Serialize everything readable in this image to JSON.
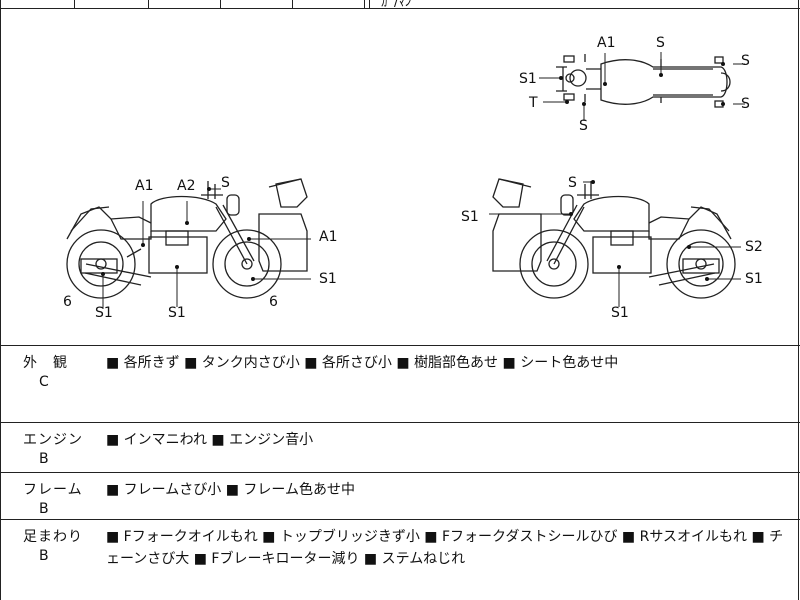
{
  "top_fragment": "ｶﾞ/ﾏﾝ",
  "diagram_labels": {
    "top_view": [
      "A1",
      "S",
      "S1",
      "S",
      "T",
      "S",
      "S"
    ],
    "left_view": [
      "A1",
      "A2",
      "S",
      "A1",
      "S1",
      "6",
      "S1",
      "S1",
      "6"
    ],
    "right_view": [
      "S",
      "S1",
      "S2",
      "S1",
      "S1"
    ]
  },
  "rows": [
    {
      "name": "外　観",
      "grade": "C",
      "items": "■ 各所きず ■ タンク内さび小 ■ 各所さび小 ■ 樹脂部色あせ ■ シート色あせ中"
    },
    {
      "name": "エンジン",
      "grade": "B",
      "items": "■ インマニわれ ■ エンジン音小"
    },
    {
      "name": "フレーム",
      "grade": "B",
      "items": "■ フレームさび小 ■ フレーム色あせ中"
    },
    {
      "name": "足まわり",
      "grade": "B",
      "items": "■ Fフォークオイルもれ ■ トップブリッジきず小 ■ Fフォークダストシールひび ■ Rサスオイルもれ ■ チェーンさび大 ■ Fブレーキローター減り ■ ステムねじれ"
    }
  ]
}
